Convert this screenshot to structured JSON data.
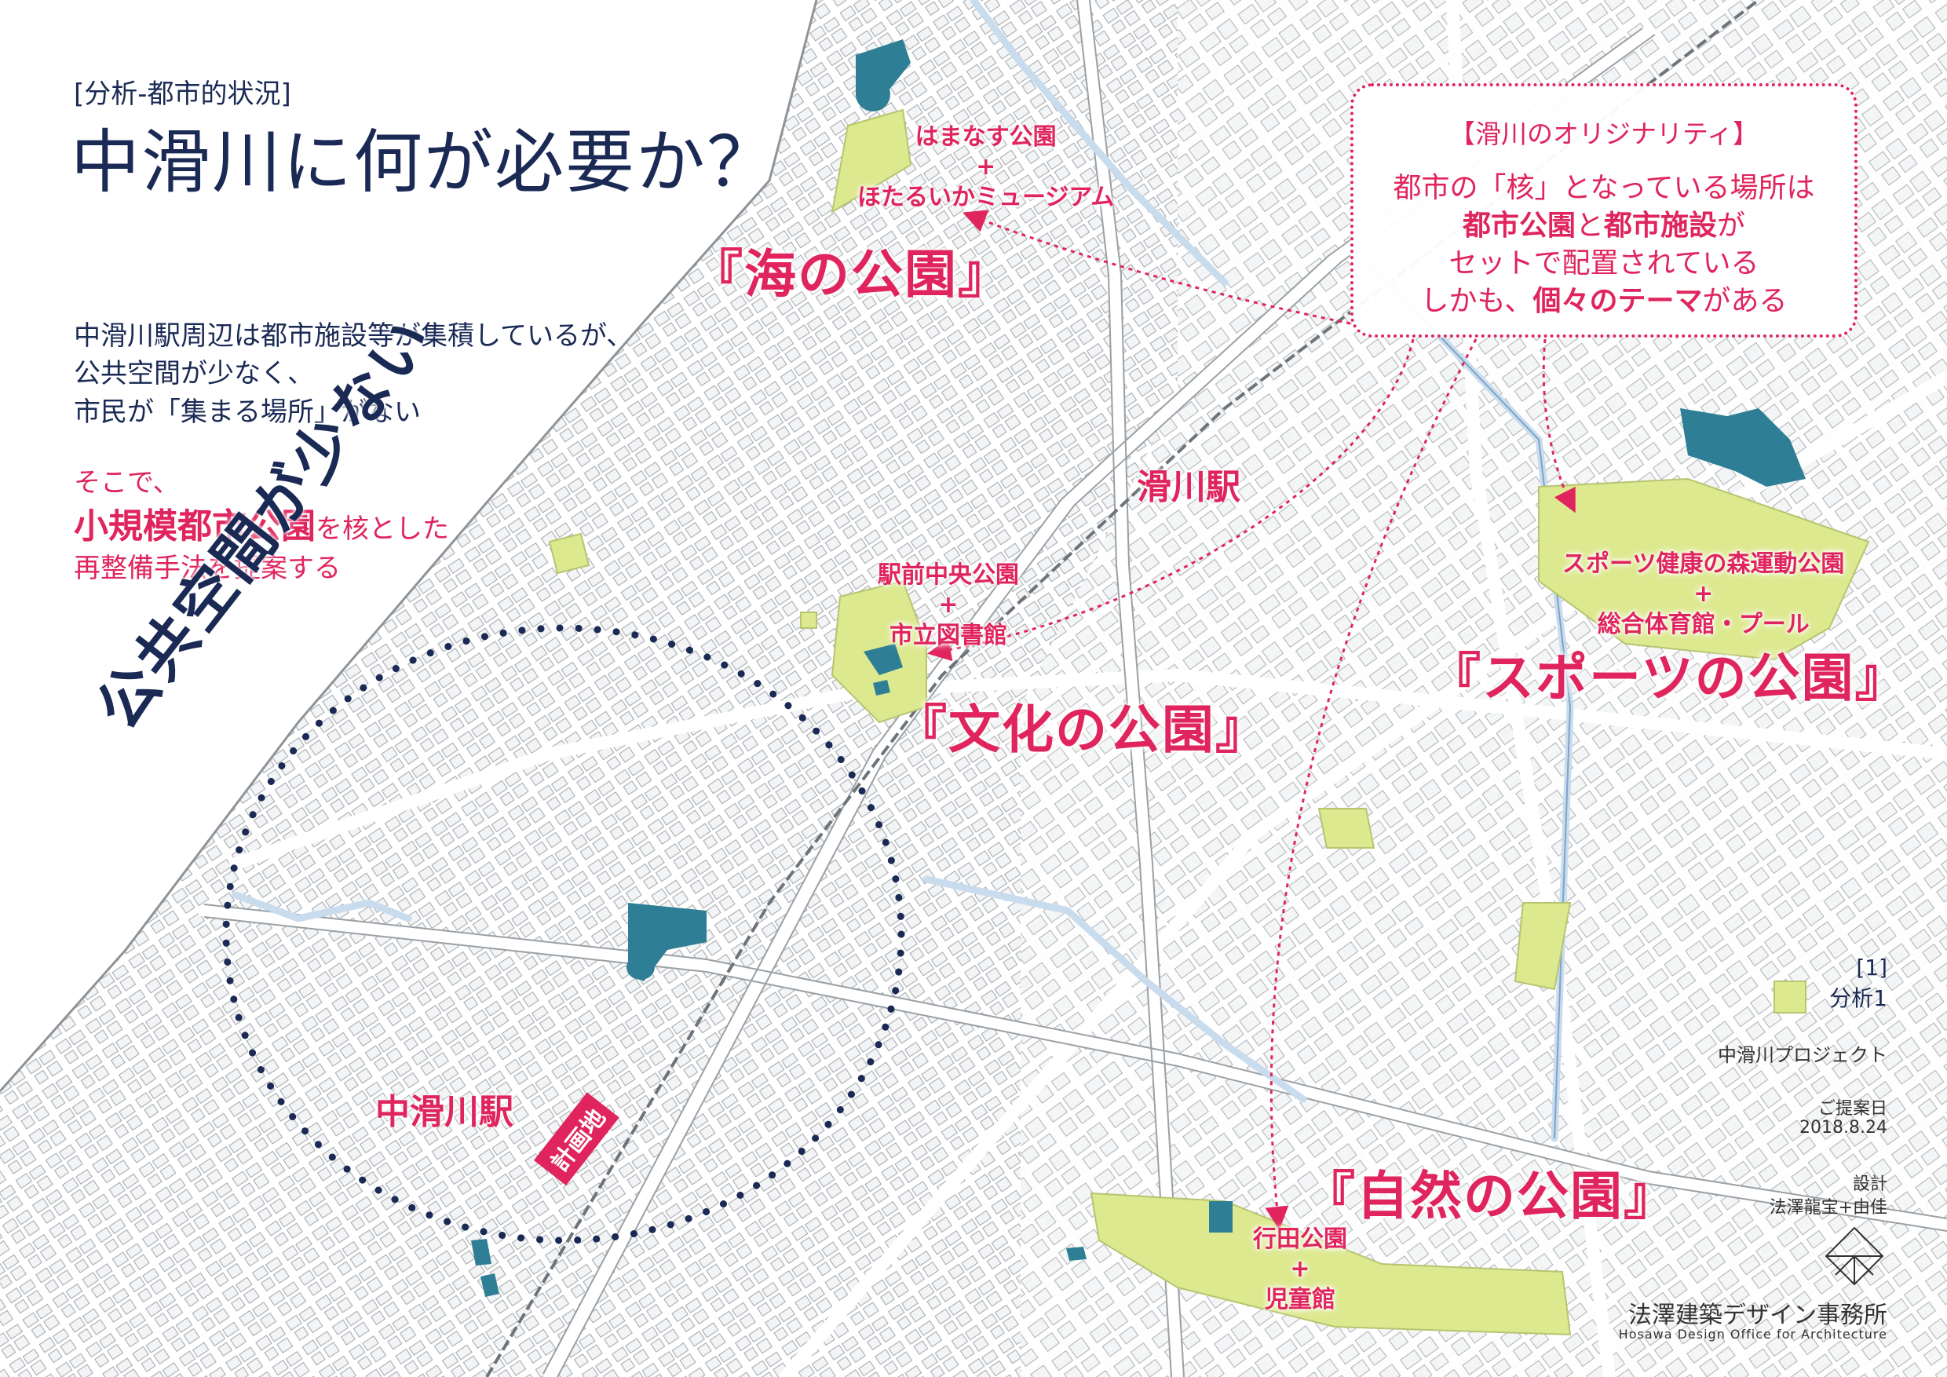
{
  "header": {
    "tag": "[分析-都市的状況]",
    "title": "中滑川に何が必要か？"
  },
  "intro": {
    "lines": [
      "中滑川駅周辺は都市施設等が集積しているが、",
      "公共空間が少なく、",
      "市民が「集まる場所」がない"
    ]
  },
  "proposal": {
    "line1": "そこで、",
    "bold": "小規模都市公園",
    "line2_rest": "を核とした",
    "line3": "再整備手法を提案する"
  },
  "diagonal_label": "公共空間が少ない",
  "callout": {
    "title": "【滑川のオリジナリティ】",
    "line1": "都市の「核」となっている場所は",
    "line2_b1": "都市公園",
    "line2_mid": "と",
    "line2_b2": "都市施設",
    "line2_end": "が",
    "line3": "セットで配置されている",
    "line4_pre": "しかも、",
    "line4_b": "個々のテーマ",
    "line4_end": "がある"
  },
  "parks": {
    "sea": {
      "theme": "『海の公園』",
      "line1": "はまなす公園",
      "plus": "+",
      "line2": "ほたるいかミュージアム"
    },
    "culture": {
      "theme": "『文化の公園』",
      "line1": "駅前中央公園",
      "plus": "+",
      "line2": "市立図書館"
    },
    "sports": {
      "theme": "『スポーツの公園』",
      "line1": "スポーツ健康の森運動公園",
      "plus": "+",
      "line2": "総合体育館・プール"
    },
    "nature": {
      "theme": "『自然の公園』",
      "line1": "行田公園",
      "plus": "+",
      "line2": "児童館"
    }
  },
  "stations": {
    "namerikawa": "滑川駅",
    "naka_namerikawa": "中滑川駅"
  },
  "site_label": "計画地",
  "sidebar": {
    "sheet_no": "[1]",
    "sheet_name": "分析1",
    "project": "中滑川プロジェクト",
    "date_label": "ご提案日",
    "date": "2018.8.24",
    "design_label": "設計",
    "designers": "法澤龍宝+由佳",
    "office_jp": "法澤建築デザイン事務所",
    "office_en": "Hosawa Design Office for Architecture"
  },
  "colors": {
    "navy": "#1a2a55",
    "accent_pink": "#e0245e",
    "park_green": "#dde98f",
    "building_teal": "#2e7f96",
    "water_blue": "#c9dcee",
    "road_gray": "#b8bcc0"
  }
}
